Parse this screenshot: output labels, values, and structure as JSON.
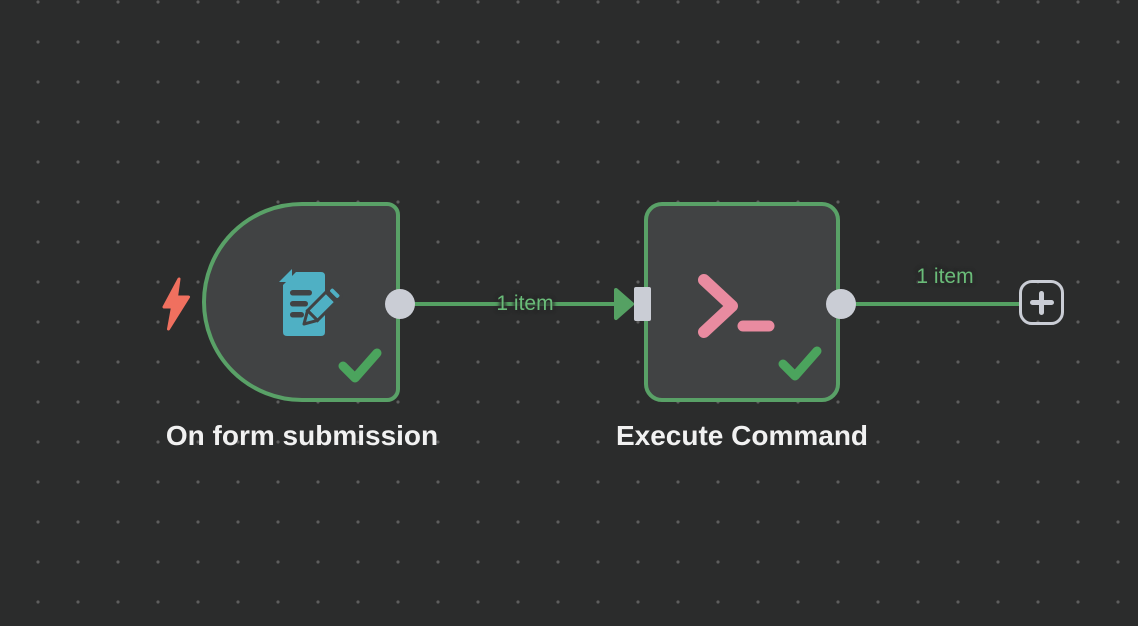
{
  "canvas": {
    "background_color": "#2b2c2c",
    "grid_dot_color": "#5e5e5e",
    "node_fill_color": "#414344",
    "node_border_color": "#59a167",
    "connection_color": "#55a163",
    "connection_label_color": "#6abc79",
    "endpoint_color": "#cacdd5",
    "title_color": "#f1f1f1"
  },
  "nodes": [
    {
      "label": "On form submission",
      "kind": "trigger",
      "status": "success",
      "icon": "form-icon",
      "icon_color": "#4fb0c4",
      "bolt_icon_color": "#f0705f",
      "check_icon_color": "#4ba45d"
    },
    {
      "label": "Execute Command",
      "kind": "action",
      "status": "success",
      "icon": "terminal-icon",
      "icon_color": "#e98ba0",
      "check_icon_color": "#4ba45d"
    }
  ],
  "connections": [
    {
      "from": "On form submission",
      "to": "Execute Command",
      "label": "1 item"
    },
    {
      "from": "Execute Command",
      "to": "add-node-button",
      "label": "1 item"
    }
  ],
  "add_button": {
    "icon": "plus-icon"
  }
}
